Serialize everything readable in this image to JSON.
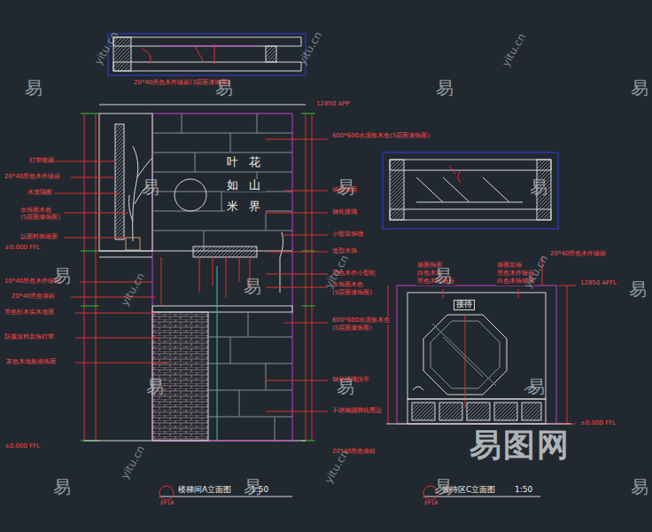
{
  "diagram": {
    "labels": [
      "20*40黑色木作镶嵌(3层面漆饰面)",
      "12850 APP",
      "600*600水泥板木色(5层面漆饰面)",
      "灯带暗藏",
      "20*40黑色木作镶嵌",
      "木质隔断",
      "水饰面木色",
      "(5层面漆饰面)",
      "以面料饰墙面",
      "±0.000 FFL",
      "10*40黑色木作镶嵌",
      "20*40黑色墙砖",
      "黑色杉木实木地面",
      "防腐涂料装饰灯带",
      "灰色木地板墙饰面",
      "±0.000 FFL",
      "叶 花",
      "如 山",
      "米 界",
      "墙面饰面",
      "钢化玻璃",
      "小型装饰物",
      "造型木饰",
      "黑色木作小型柜",
      "水饰面木色",
      "(5层面漆饰面)",
      "600*600水泥板木色",
      "(5层面漆饰面)",
      "钢化玻璃扶手",
      "不锈钢踢脚线围边",
      "20*40黑色墙砖",
      "楼梯间A立面图",
      "1:50",
      "接待区C立面图",
      "1:50",
      "EP18",
      "EP18",
      "墙面饰面",
      "白色木饰",
      "黑色木作镶嵌",
      "墙面装饰",
      "黑色木作镶嵌",
      "白色木饰墙面",
      "20*40黑色木作镶嵌",
      "12850 AFFL",
      "±0.000 FFL",
      "接待",
      "易",
      "易",
      "易",
      "易",
      "易",
      "易",
      "易",
      "易",
      "易",
      "易",
      "易",
      "易",
      "易",
      "易",
      "易",
      "易",
      "易",
      "易",
      "yitu.cn",
      "yitu.cn",
      "yitu.cn",
      "yitu.cn",
      "yitu.cn",
      "yitu.cn",
      "yitu.cn",
      "yitu.cn",
      "易图网"
    ]
  }
}
